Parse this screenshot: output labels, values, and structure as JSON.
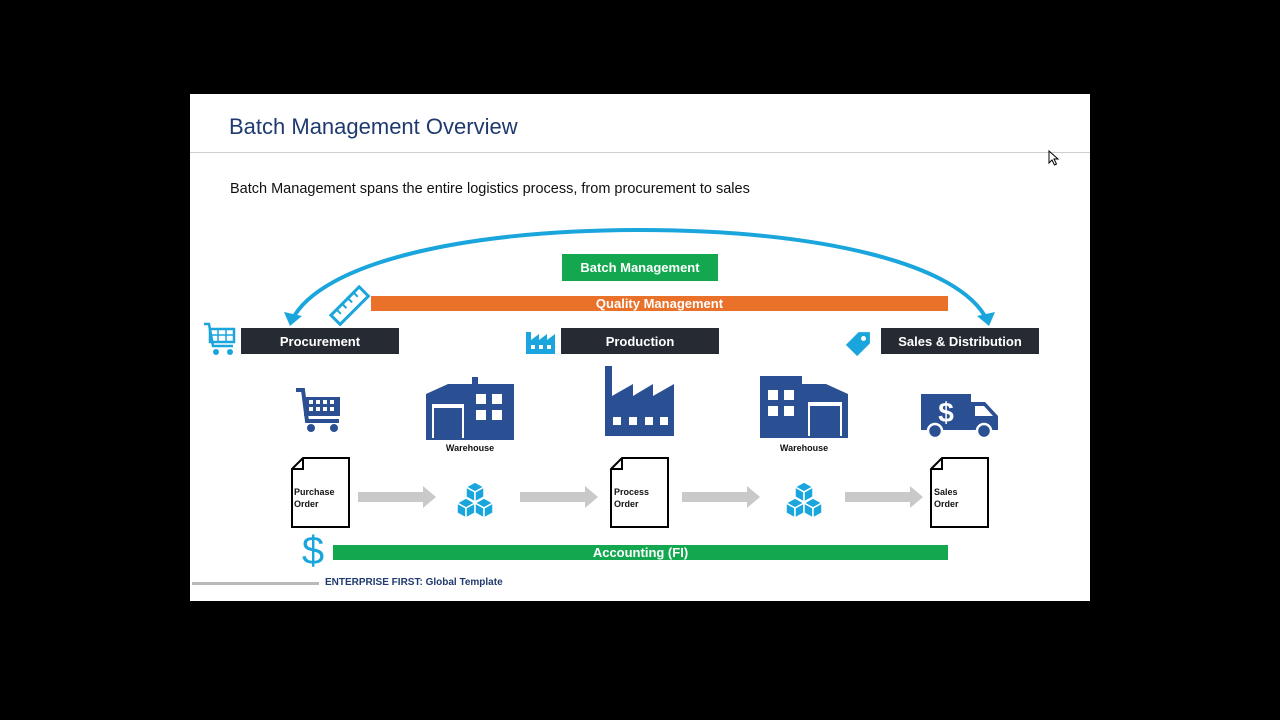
{
  "slide": {
    "title": "Batch Management Overview",
    "subtitle": "Batch Management spans the entire logistics process, from procurement to sales",
    "footer_brand": "ENTERPRISE FIRST:",
    "footer_text": " Global Template"
  },
  "bars": {
    "batch_management": "Batch Management",
    "quality_management": "Quality Management",
    "accounting": "Accounting (FI)"
  },
  "stages": {
    "procurement": "Procurement",
    "production": "Production",
    "sales_distribution": "Sales & Distribution"
  },
  "labels": {
    "warehouse_left": "Warehouse",
    "warehouse_right": "Warehouse"
  },
  "documents": {
    "purchase_order": [
      "Purchase",
      "Order"
    ],
    "process_order": [
      "Process",
      "Order"
    ],
    "sales_order": [
      "Sales",
      "Order"
    ]
  },
  "icons": {
    "cart": "shopping-cart-icon",
    "factory": "factory-icon",
    "tag": "price-tag-icon",
    "ruler": "ruler-icon",
    "warehouse": "warehouse-icon",
    "truck": "delivery-truck-icon",
    "boxes": "boxes-icon",
    "dollar": "dollar-icon",
    "document": "document-icon"
  },
  "colors": {
    "green": "#13a84f",
    "orange": "#e9712a",
    "navy": "#2a4f93",
    "cyan": "#1aa6dc",
    "dark": "#262b33",
    "title": "#1f3a6e"
  }
}
